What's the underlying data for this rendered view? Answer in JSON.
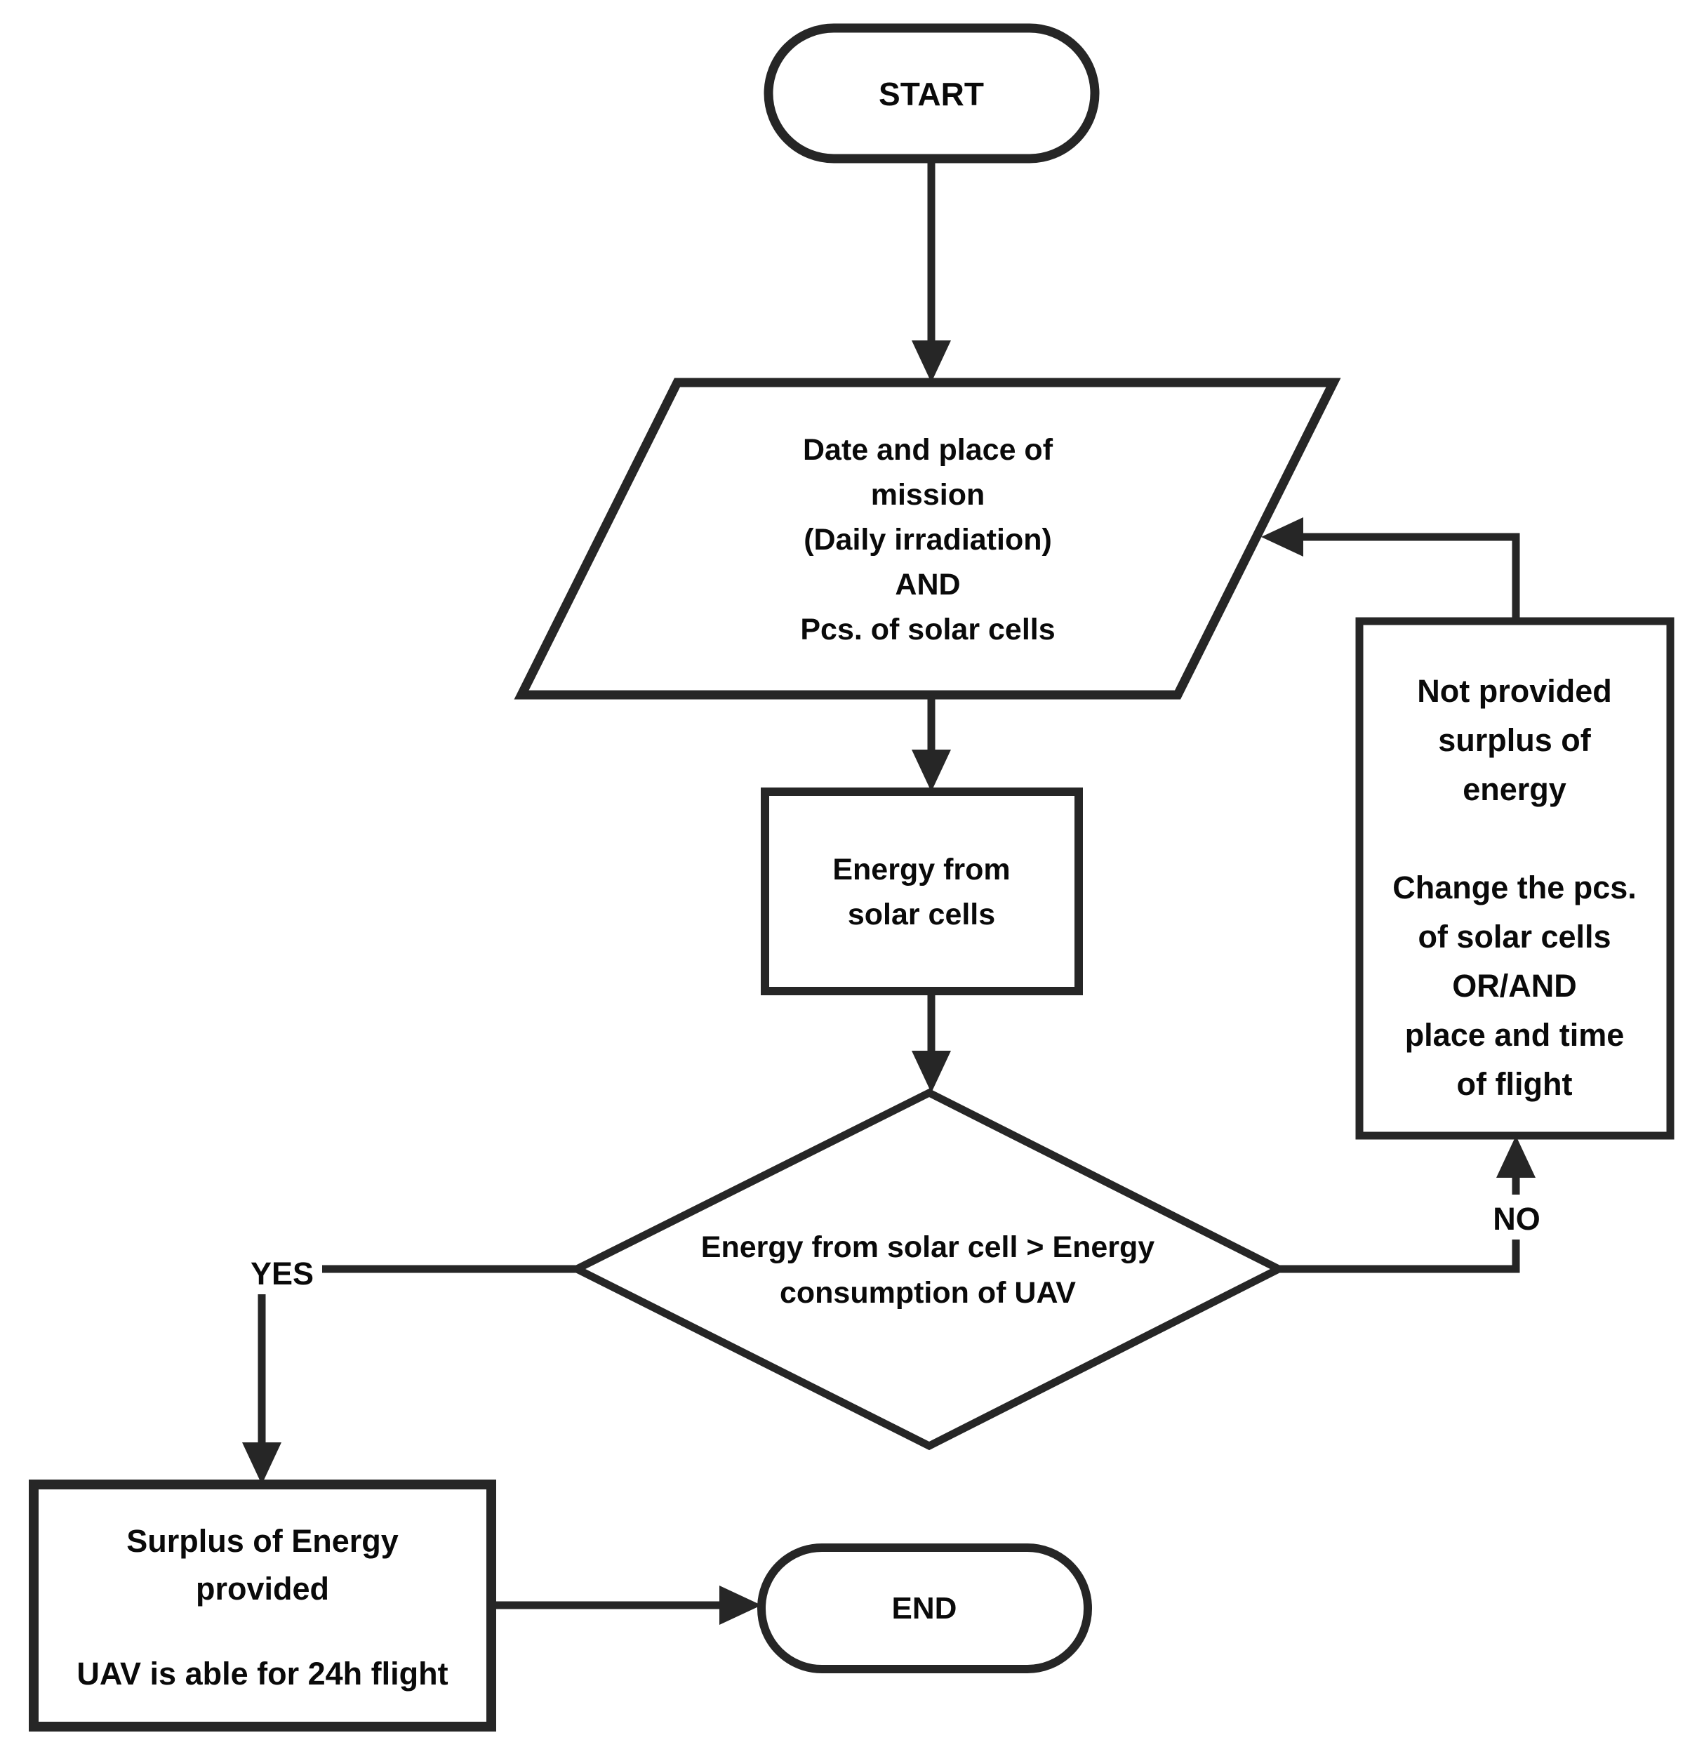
{
  "diagram_type": "flowchart",
  "colors": {
    "stroke": "#262626",
    "text": "#0a0a0a",
    "background": "#ffffff"
  },
  "nodes": {
    "start": {
      "shape": "terminator",
      "label": "START"
    },
    "mission_input": {
      "shape": "parallelogram",
      "lines": [
        "Date and place of",
        "mission",
        "(Daily irradiation)",
        "AND",
        "Pcs. of solar cells"
      ]
    },
    "energy_process": {
      "shape": "rectangle",
      "lines": [
        "Energy from",
        "solar cells"
      ]
    },
    "decision": {
      "shape": "diamond",
      "lines": [
        "Energy from solar cell > Energy",
        "consumption of UAV"
      ]
    },
    "not_provided": {
      "shape": "rectangle",
      "lines": [
        "Not provided",
        "surplus of",
        "energy",
        "Change the pcs.",
        "of solar cells",
        "OR/AND",
        "place and time",
        "of flight"
      ]
    },
    "surplus_result": {
      "shape": "rectangle",
      "lines": [
        "Surplus of Energy",
        "provided",
        "UAV is able for 24h flight"
      ]
    },
    "end": {
      "shape": "terminator",
      "label": "END"
    }
  },
  "edges": {
    "yes_label": "YES",
    "no_label": "NO"
  }
}
